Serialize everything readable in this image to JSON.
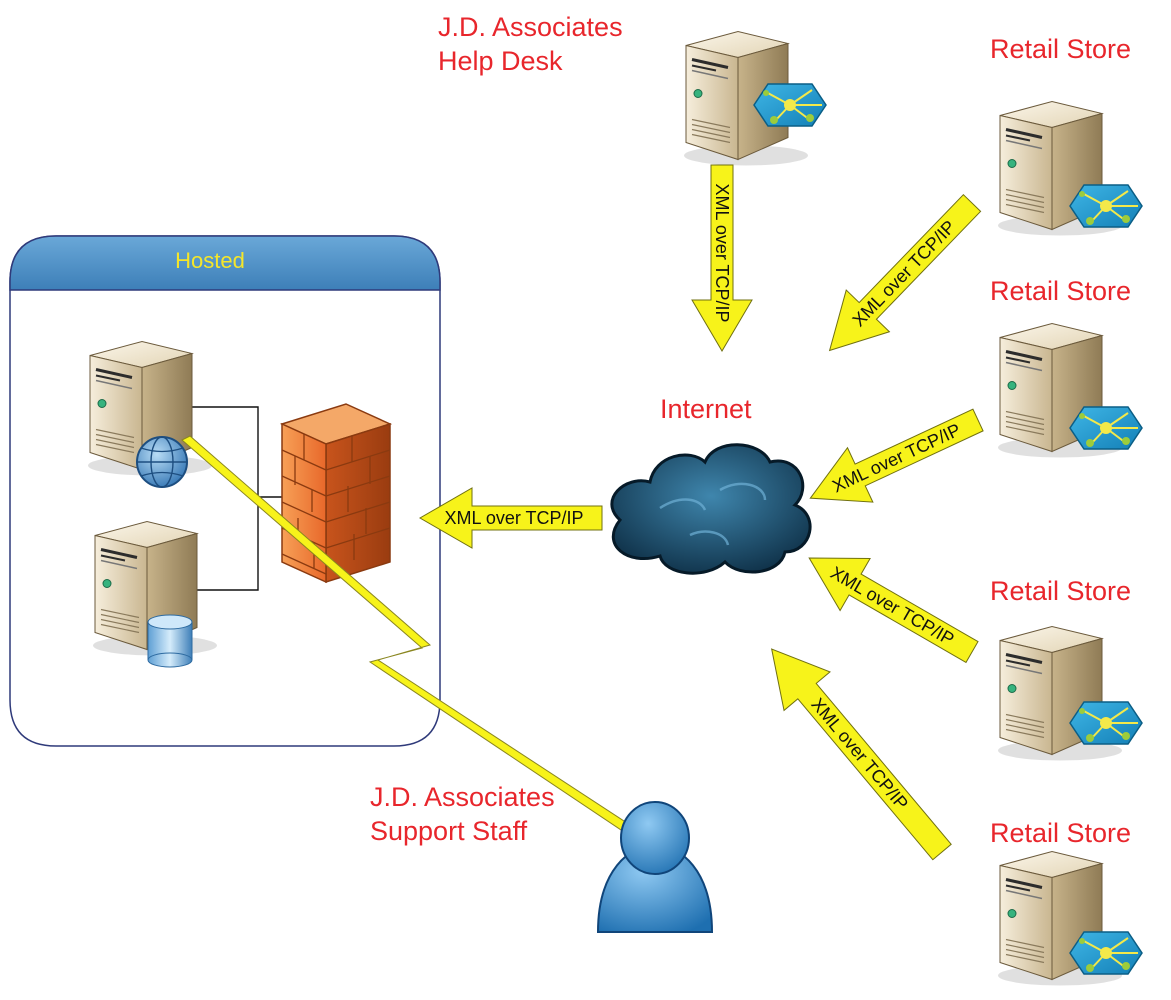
{
  "colors": {
    "label_red": "#e8262c",
    "arrow_yellow": "#f7f31a",
    "hosted_header": "#4a90c8",
    "hosted_title": "#f5e62a",
    "firewall": "#f07a2c",
    "cloud": "#123a56",
    "person": "#2f86c9"
  },
  "icons": [
    "server-icon",
    "wireless-network-icon",
    "globe-icon",
    "database-icon",
    "firewall-icon",
    "cloud-icon",
    "person-icon",
    "lightning-link-icon"
  ],
  "labels": {
    "hosted_title": "Hosted",
    "help_desk_line1": "J.D. Associates",
    "help_desk_line2": "Help Desk",
    "internet": "Internet",
    "support_line1": "J.D. Associates",
    "support_line2": "Support Staff",
    "retail_store_1": "Retail Store",
    "retail_store_2": "Retail Store",
    "retail_store_3": "Retail Store",
    "retail_store_4": "Retail Store"
  },
  "arrows": {
    "help_desk_to_internet": "XML over TCP/IP",
    "store1_to_internet": "XML over TCP/IP",
    "store2_to_internet": "XML over TCP/IP",
    "store3_to_internet": "XML over TCP/IP",
    "store4_to_internet": "XML over TCP/IP",
    "internet_to_hosted": "XML over TCP/IP"
  }
}
